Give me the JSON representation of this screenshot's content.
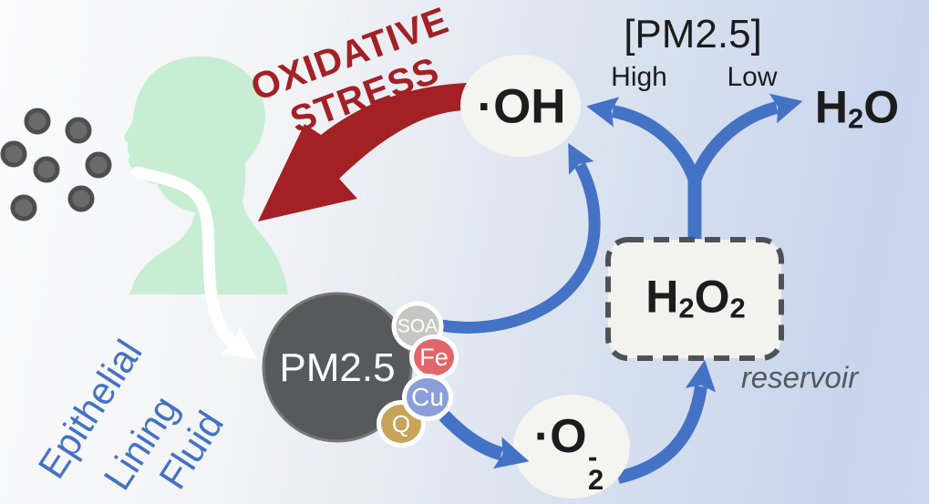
{
  "colors": {
    "background_left": "#fbfbfc",
    "background_right": "#c8d5ed",
    "arrow_blue": "#4472c4",
    "arrow_red": "#a32025",
    "head_green": "#c7eed3",
    "particle_fill": "#6a6a6a",
    "particle_edge": "#4e4e4e",
    "pm_circle_fill": "#58595b",
    "pm_circle_rim": "#75777b",
    "bubble_fill": "#f4f4f0",
    "box_fill": "#f2f2ef",
    "box_border": "#4f5254",
    "text_black": "#1c1c1c",
    "text_gray": "#54585a",
    "white": "#ffffff"
  },
  "stress_label": {
    "line1": "OXIDATIVE",
    "line2": "STRESS"
  },
  "concentration": {
    "bracket_label": "[PM2.5]",
    "high": "High",
    "low": "Low"
  },
  "species": {
    "hydroxyl": {
      "text": "·OH"
    },
    "water": {
      "h": "H",
      "sub": "2",
      "o": "O"
    },
    "peroxide": {
      "h": "H",
      "sub_a": "2",
      "o": "O",
      "sub_b": "2"
    },
    "superoxide": {
      "main": "·O",
      "sub": "2",
      "sup": "-"
    }
  },
  "reservoir_label": "reservoir",
  "elf_label": {
    "line1": "Epithelial",
    "line2": "Lining",
    "line3": "Fluid"
  },
  "pm_particle": {
    "label": "PM2.5",
    "components": [
      {
        "label": "SOA",
        "color": "#c6c6c4"
      },
      {
        "label": "Fe",
        "color": "#e2656b"
      },
      {
        "label": "Q",
        "color": "#c7a35b"
      },
      {
        "label": "Cu",
        "color": "#8c9ed9"
      }
    ]
  }
}
